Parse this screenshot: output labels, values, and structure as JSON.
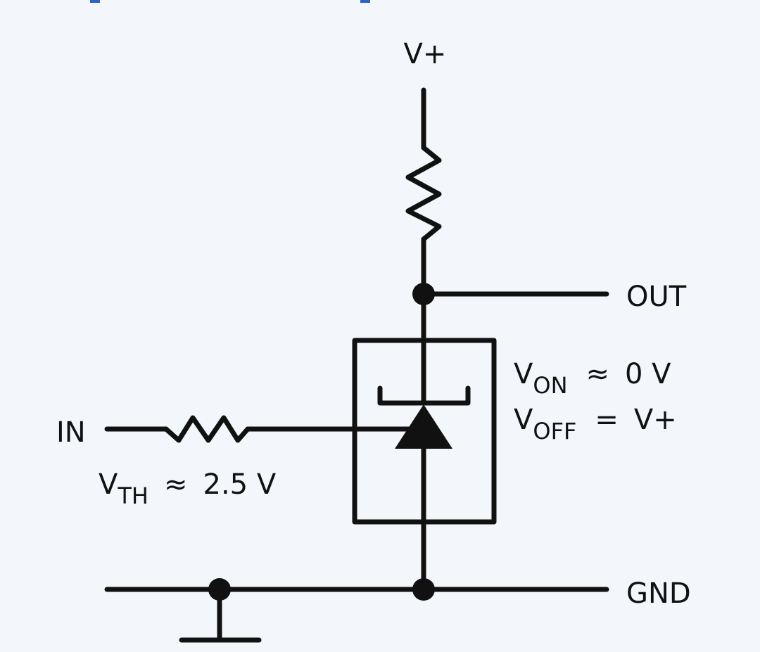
{
  "labels": {
    "vplus": "V+",
    "out": "OUT",
    "in": "IN",
    "gnd": "GND"
  },
  "vth": {
    "main": "V",
    "sub": "TH",
    "rel": "≈",
    "value": "2.5 V"
  },
  "von": {
    "main": "V",
    "sub": "ON",
    "rel": "≈",
    "value": "0 V"
  },
  "voff": {
    "main": "V",
    "sub": "OFF",
    "rel": "=",
    "value": "V+"
  },
  "colors": {
    "ink": "#111111",
    "background": "#f3f7fb",
    "top_accent": "#2a64c8"
  }
}
